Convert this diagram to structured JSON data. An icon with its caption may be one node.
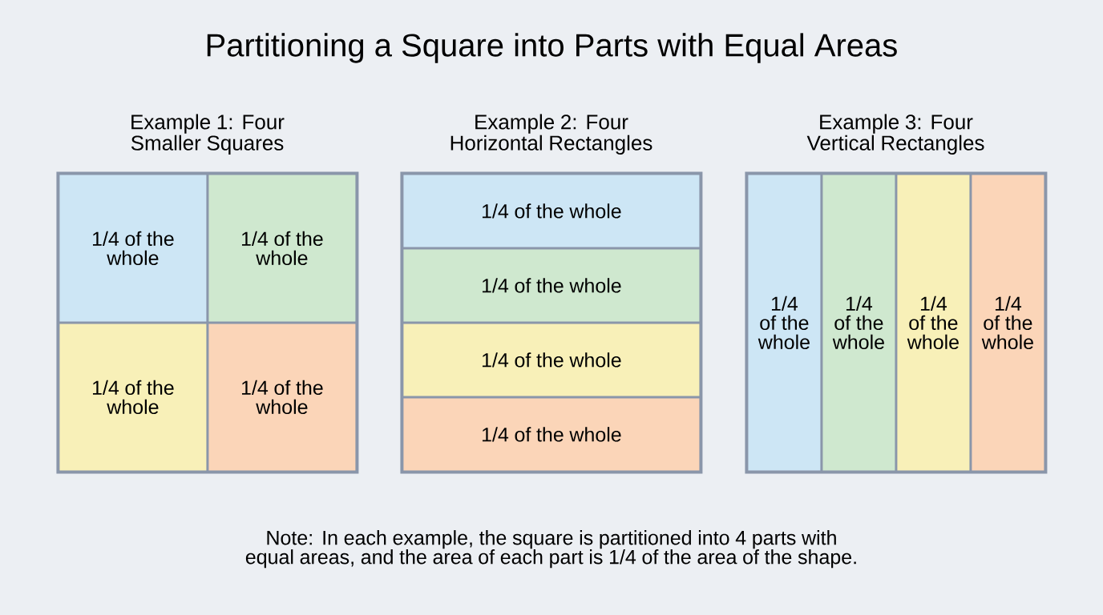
{
  "diagram": {
    "title": "Partitioning a Square into Parts with Equal Areas",
    "nodes": [
      {
        "text": [
          "Example 1: Four Smaller Squares"
        ]
      },
      {
        "text": [
          "1/4 of the whole"
        ],
        "in": 0
      },
      {
        "text": [
          "1/4 of the whole"
        ],
        "in": 0
      },
      {
        "text": [
          "1/4 of the whole"
        ],
        "in": 0
      },
      {
        "text": [
          "1/4 of the whole"
        ],
        "in": 0
      },
      {
        "text": [
          "Example 2: Four Horizontal Rectangles"
        ]
      },
      {
        "text": [
          "1/4 of the whole"
        ],
        "in": 5
      },
      {
        "text": [
          "1/4 of the whole"
        ],
        "in": 5
      },
      {
        "text": [
          "1/4 of the whole"
        ],
        "in": 5
      },
      {
        "text": [
          "1/4 of the whole"
        ],
        "in": 5
      },
      {
        "text": [
          "Example 3: Four Vertical Rectangles"
        ]
      },
      {
        "text": [
          "1/4 of the whole"
        ],
        "in": 10
      },
      {
        "text": [
          "1/4 of the whole"
        ],
        "in": 10
      },
      {
        "text": [
          "1/4 of the whole"
        ],
        "in": 10
      },
      {
        "text": [
          "1/4 of the whole"
        ],
        "in": 10
      }
    ],
    "caption": "Note: In each example, the square is partitioned into 4 parts with equal areas, and the area of each part is 1/4 of the area of the shape."
  }
}
